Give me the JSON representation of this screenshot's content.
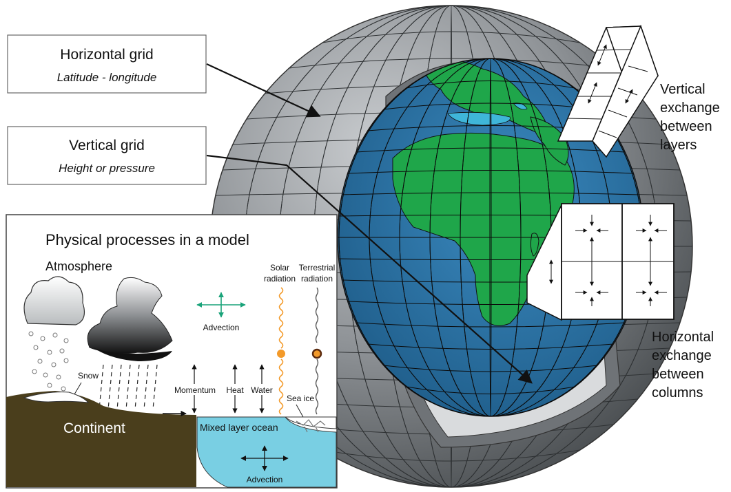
{
  "callouts": {
    "horizontal_grid": {
      "title": "Horizontal grid",
      "subtitle": "Latitude - longitude"
    },
    "vertical_grid": {
      "title": "Vertical grid",
      "subtitle": "Height or pressure"
    }
  },
  "right_labels": {
    "vertical_exchange": [
      "Vertical",
      "exchange",
      "between",
      "layers"
    ],
    "horizontal_exchange": [
      "Horizontal",
      "exchange",
      "between",
      "columns"
    ]
  },
  "processes": {
    "title": "Physical processes in a model",
    "atmosphere": "Atmosphere",
    "solar": [
      "Solar",
      "radiation"
    ],
    "terrestrial": [
      "Terrestrial",
      "radiation"
    ],
    "advection_air": "Advection",
    "snow": "Snow",
    "momentum": "Momentum",
    "heat": "Heat",
    "water": "Water",
    "sea_ice": "Sea ice",
    "continent": "Continent",
    "mixed_layer": "Mixed layer ocean",
    "advection_ocean": "Advection"
  },
  "colors": {
    "globe_gray": "#8a8e92",
    "ocean_blue": "#2a6f9e",
    "land_green": "#1fa64a",
    "ocean_panel": "#79cfe3",
    "continent_brown": "#4a3e1c",
    "solar_orange": "#f39a2a",
    "advection_teal": "#1aa37a"
  }
}
